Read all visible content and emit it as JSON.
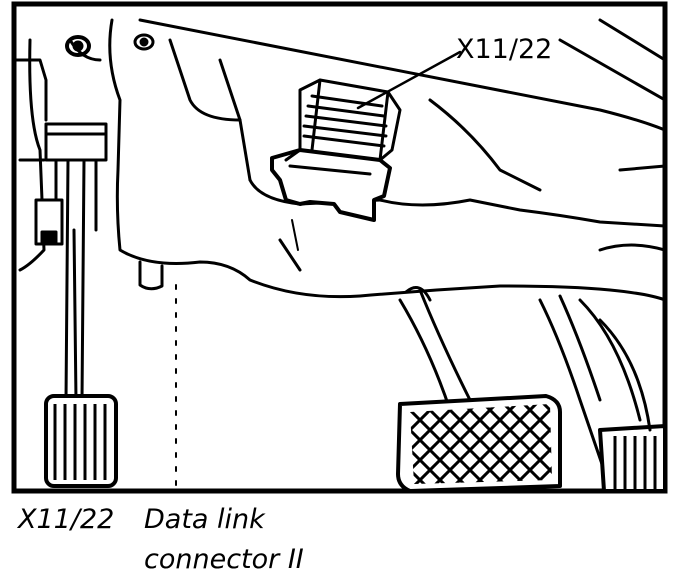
{
  "diagram": {
    "callout_label": "X11/22"
  },
  "legend": {
    "code": "X11/22",
    "description_line1": "Data link",
    "description_line2": "connector II"
  }
}
